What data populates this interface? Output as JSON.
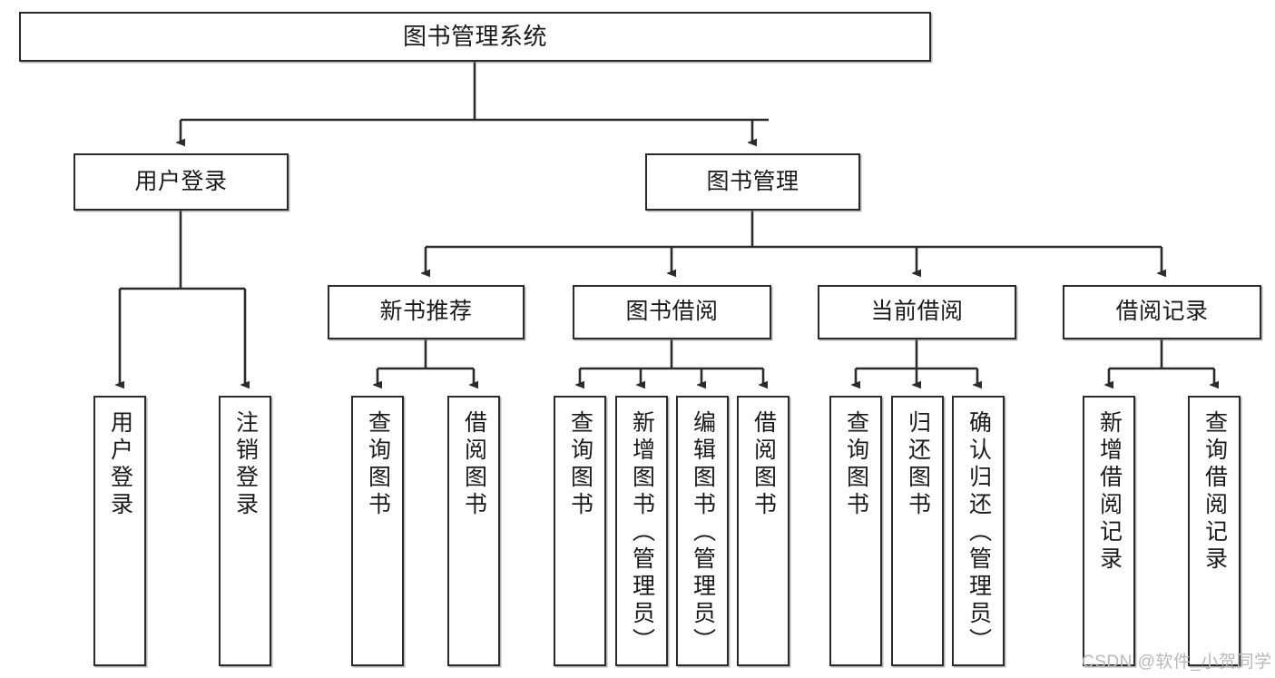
{
  "diagram": {
    "title": "图书管理系统",
    "type": "tree-hierarchy-diagram",
    "root": {
      "label": "图书管理系统"
    },
    "level2": [
      {
        "label": "用户登录"
      },
      {
        "label": "图书管理"
      }
    ],
    "level3": [
      {
        "label": "新书推荐"
      },
      {
        "label": "图书借阅"
      },
      {
        "label": "当前借阅"
      },
      {
        "label": "借阅记录"
      }
    ],
    "leaves": [
      {
        "label": "用户登录"
      },
      {
        "label": "注销登录"
      },
      {
        "label": "查询图书"
      },
      {
        "label": "借阅图书"
      },
      {
        "label": "查询图书"
      },
      {
        "label": "新增图书（管理员）"
      },
      {
        "label": "编辑图书（管理员）"
      },
      {
        "label": "借阅图书"
      },
      {
        "label": "查询图书"
      },
      {
        "label": "归还图书"
      },
      {
        "label": "确认归还（管理员）"
      },
      {
        "label": "新增借阅记录"
      },
      {
        "label": "查询借阅记录"
      }
    ]
  },
  "watermark": {
    "text": "CSDN @软件_小贺同学"
  },
  "colors": {
    "stroke": "#2b2b2b",
    "fill": "#ffffff",
    "text": "#1a1a1a",
    "watermark": "#b9b9b9"
  }
}
